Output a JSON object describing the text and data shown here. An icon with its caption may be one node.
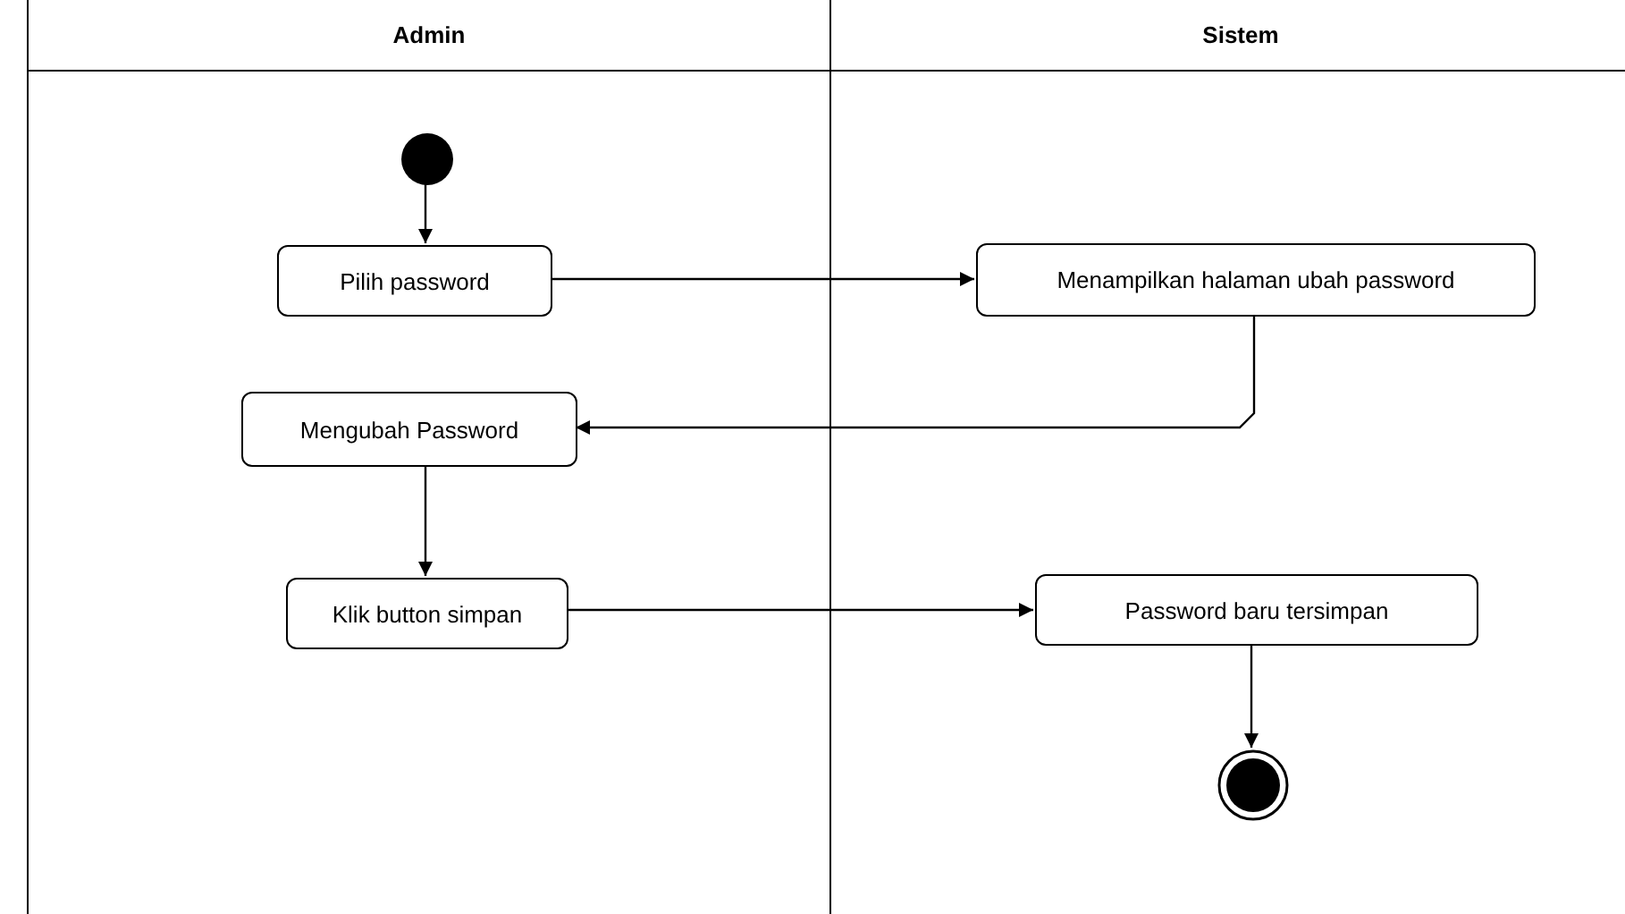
{
  "diagram": {
    "nodes": [
      {
        "text": [
          "Admin"
        ]
      },
      {
        "text": [
          "Sistem"
        ]
      },
      {
        "text": [],
        "shape": "circle",
        "in": 0
      },
      {
        "text": [
          "Pilih password"
        ],
        "in": 0
      },
      {
        "text": [
          "Menampilkan halaman ubah password"
        ],
        "in": 1
      },
      {
        "text": [
          "Mengubah Password"
        ],
        "in": 0
      },
      {
        "text": [
          "Klik button simpan"
        ],
        "in": 0
      },
      {
        "text": [
          "Password baru tersimpan"
        ],
        "in": 1
      },
      {
        "text": [],
        "shape": "circle",
        "in": 1
      }
    ],
    "edges": [
      {
        "from": 2,
        "to": 3,
        "arrow": "to"
      },
      {
        "from": 3,
        "to": 4,
        "arrow": "to"
      },
      {
        "from": 4,
        "to": 5,
        "arrow": "to"
      },
      {
        "from": 5,
        "to": 6,
        "arrow": "to"
      },
      {
        "from": 6,
        "to": 7,
        "arrow": "to"
      },
      {
        "from": 7,
        "to": 8,
        "arrow": "to"
      }
    ]
  }
}
